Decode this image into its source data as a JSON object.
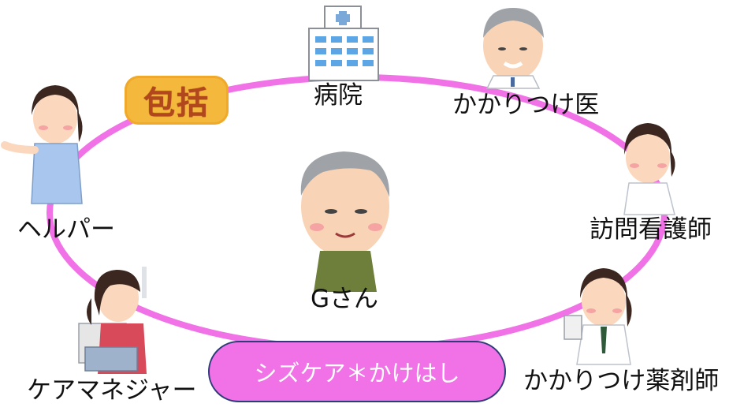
{
  "center": {
    "label": "Gさん"
  },
  "badge": {
    "text": "包括"
  },
  "pill": {
    "text": "シズケア＊かけはし"
  },
  "nodes": {
    "hospital": "病院",
    "family_doctor": "かかりつけ医",
    "visiting_nurse": "訪問看護師",
    "pharmacist": "かかりつけ薬剤師",
    "care_manager": "ケアマネジャー",
    "helper": "ヘルパー"
  },
  "colors": {
    "ring": "#f171e6",
    "pill_fill": "#f171e6",
    "pill_border": "#2f3c7a",
    "badge_fill": "#f4b93c",
    "badge_text": "#b2461c"
  }
}
